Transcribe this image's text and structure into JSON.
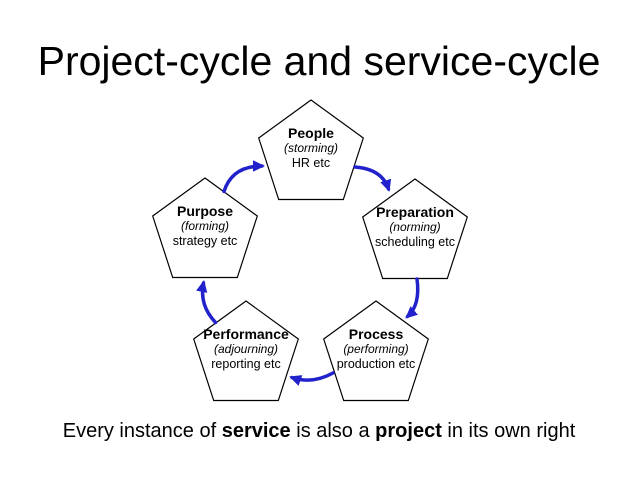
{
  "title": "Project-cycle and service-cycle",
  "diagram": {
    "arrow_color": "#2222cc",
    "pentagons": [
      {
        "id": "people",
        "name": "People",
        "stage": "(storming)",
        "detail": "HR etc"
      },
      {
        "id": "preparation",
        "name": "Preparation",
        "stage": "(norming)",
        "detail": "scheduling etc"
      },
      {
        "id": "process",
        "name": "Process",
        "stage": "(performing)",
        "detail": "production etc"
      },
      {
        "id": "performance",
        "name": "Performance",
        "stage": "(adjourning)",
        "detail": "reporting etc"
      },
      {
        "id": "purpose",
        "name": "Purpose",
        "stage": "(forming)",
        "detail": "strategy etc"
      }
    ]
  },
  "footer": {
    "pre": "Every instance of ",
    "bold1": "service",
    "mid": " is also a ",
    "bold2": "project",
    "post": " in its own right"
  }
}
